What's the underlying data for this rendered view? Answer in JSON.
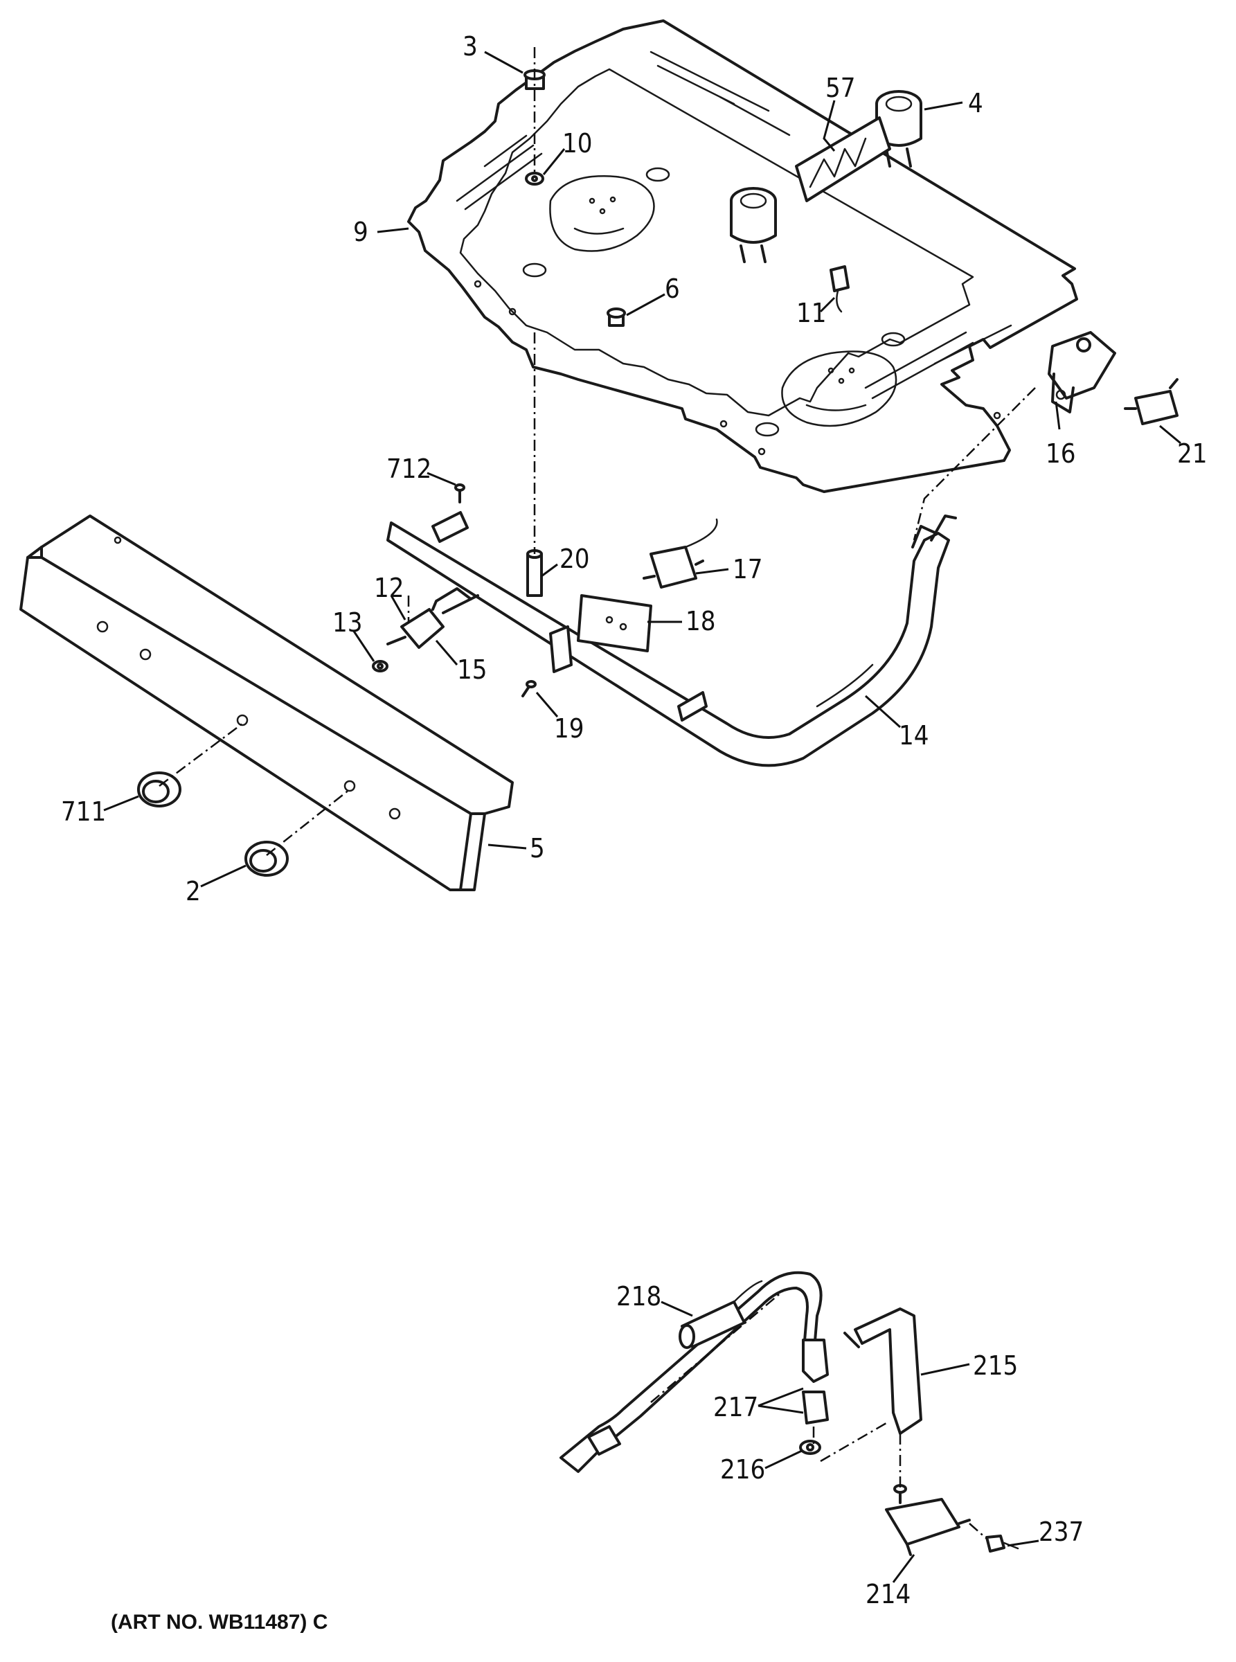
{
  "callouts": [
    {
      "id": "c3",
      "label": "3"
    },
    {
      "id": "c57",
      "label": "57"
    },
    {
      "id": "c4",
      "label": "4"
    },
    {
      "id": "c10",
      "label": "10"
    },
    {
      "id": "c9",
      "label": "9"
    },
    {
      "id": "c6",
      "label": "6"
    },
    {
      "id": "c11",
      "label": "11"
    },
    {
      "id": "c16",
      "label": "16"
    },
    {
      "id": "c21",
      "label": "21"
    },
    {
      "id": "c712",
      "label": "712"
    },
    {
      "id": "c20",
      "label": "20"
    },
    {
      "id": "c17",
      "label": "17"
    },
    {
      "id": "c12",
      "label": "12"
    },
    {
      "id": "c13",
      "label": "13"
    },
    {
      "id": "c15",
      "label": "15"
    },
    {
      "id": "c18",
      "label": "18"
    },
    {
      "id": "c19",
      "label": "19"
    },
    {
      "id": "c14",
      "label": "14"
    },
    {
      "id": "c711",
      "label": "711"
    },
    {
      "id": "c5",
      "label": "5"
    },
    {
      "id": "c2",
      "label": "2"
    },
    {
      "id": "c218",
      "label": "218"
    },
    {
      "id": "c215",
      "label": "215"
    },
    {
      "id": "c217",
      "label": "217"
    },
    {
      "id": "c216",
      "label": "216"
    },
    {
      "id": "c237",
      "label": "237"
    },
    {
      "id": "c214",
      "label": "214"
    }
  ],
  "art_number": "(ART NO. WB11487) C"
}
